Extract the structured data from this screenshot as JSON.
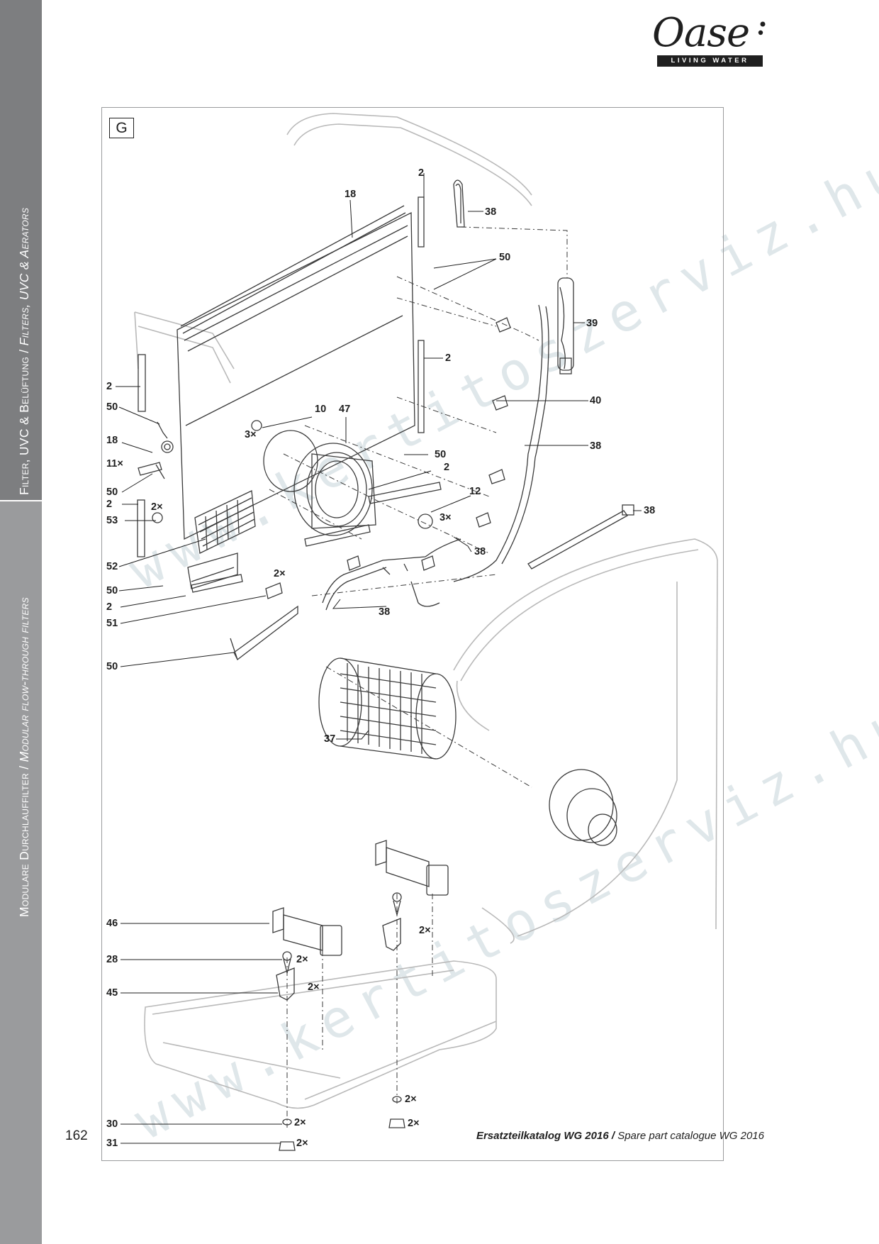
{
  "sidebar": {
    "upper_de": "Filter, UVC & Belüftung",
    "upper_sep": " / ",
    "upper_en": "Filters, UVC & Aerators",
    "lower_de": "Modulare Durchlauffilter",
    "lower_sep": " / ",
    "lower_en": "Modular flow-through filters"
  },
  "logo": {
    "word": "Oase",
    "tagline": "LIVING WATER"
  },
  "section": "G",
  "callouts": {
    "c1": "2",
    "c2": "18",
    "c3": "38",
    "c4": "50",
    "c5": "39",
    "c6": "2",
    "c7": "2",
    "c8": "50",
    "c9": "10",
    "c10": "47",
    "c11": "3×",
    "c12": "18",
    "c13": "11×",
    "c14": "50",
    "c15": "50",
    "c16": "2",
    "c17": "40",
    "c18": "38",
    "c19": "2",
    "c20": "2×",
    "c21": "53",
    "c22": "12",
    "c23": "3×",
    "c24": "38",
    "c25": "38",
    "c26": "52",
    "c27": "2×",
    "c28": "50",
    "c29": "2",
    "c30": "38",
    "c31": "51",
    "c32": "50",
    "c33": "37",
    "c34": "46",
    "c35": "2×",
    "c36": "28",
    "c37": "2×",
    "c38": "45",
    "c39": "2×",
    "c40": "2×",
    "c41": "30",
    "c42": "2×",
    "c43": "2×",
    "c44": "31",
    "c45": "2×"
  },
  "watermark": "www.kertitoszerviz.hu",
  "footer": {
    "page_number": "162",
    "title_de": "Ersatzteilkatalog WG 2016",
    "title_sep": " / ",
    "title_en": "Spare part catalogue WG 2016"
  }
}
